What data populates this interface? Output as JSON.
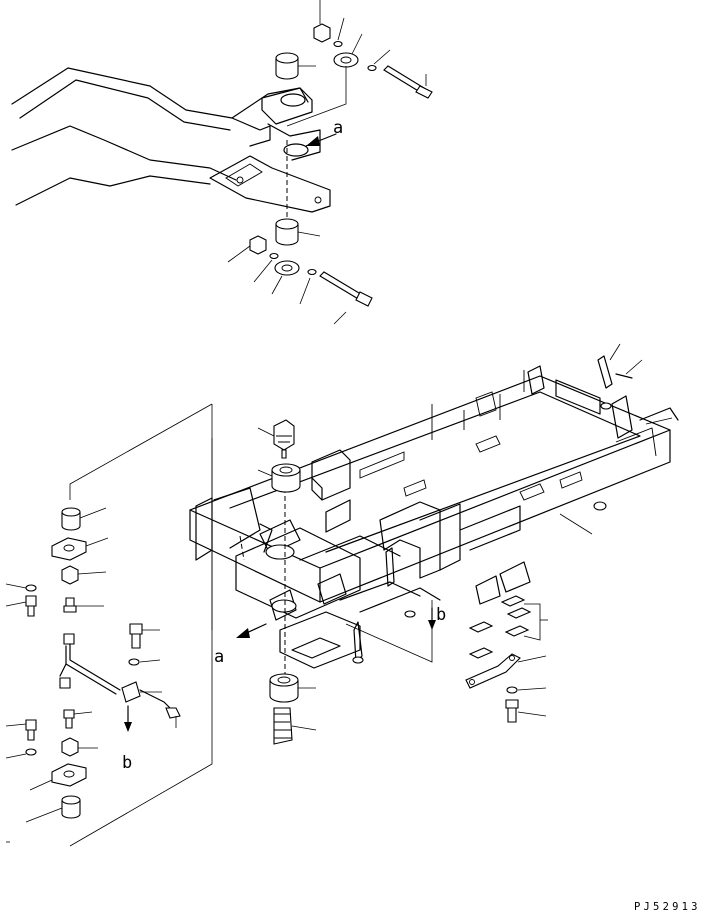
{
  "view_labels": {
    "a": "a",
    "b": "b"
  },
  "drawing_code": "PJ52913"
}
